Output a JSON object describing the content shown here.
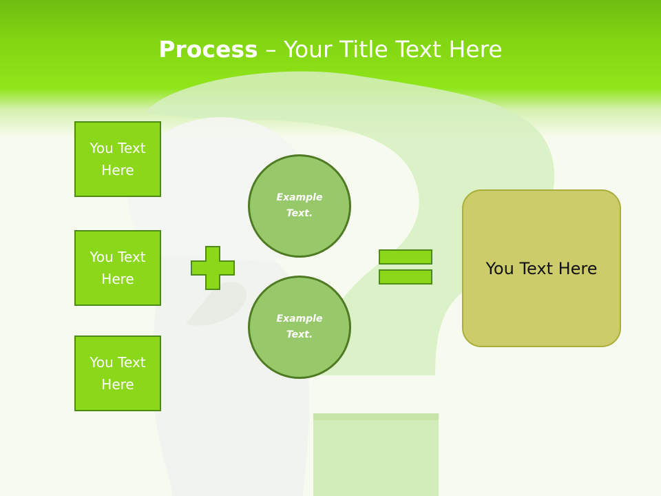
{
  "slide": {
    "title_bold": "Process",
    "title_rest": " – Your Title Text Here"
  },
  "inputs": [
    {
      "label": "You Text Here"
    },
    {
      "label": "You Text Here"
    },
    {
      "label": "You Text Here"
    }
  ],
  "circles": [
    {
      "label": "Example Text."
    },
    {
      "label": "Example Text."
    }
  ],
  "result": {
    "label": "You Text Here"
  },
  "colors": {
    "header_green": "#82d612",
    "box_fill": "#8bd81a",
    "box_border": "#4d8a18",
    "circle_fill": "#97c96a",
    "circle_border": "#4f7a24",
    "result_fill": "#cccd6a",
    "result_border": "#a9ad39"
  },
  "icons": {
    "operator_1": "plus-icon",
    "operator_2": "equals-icon"
  }
}
